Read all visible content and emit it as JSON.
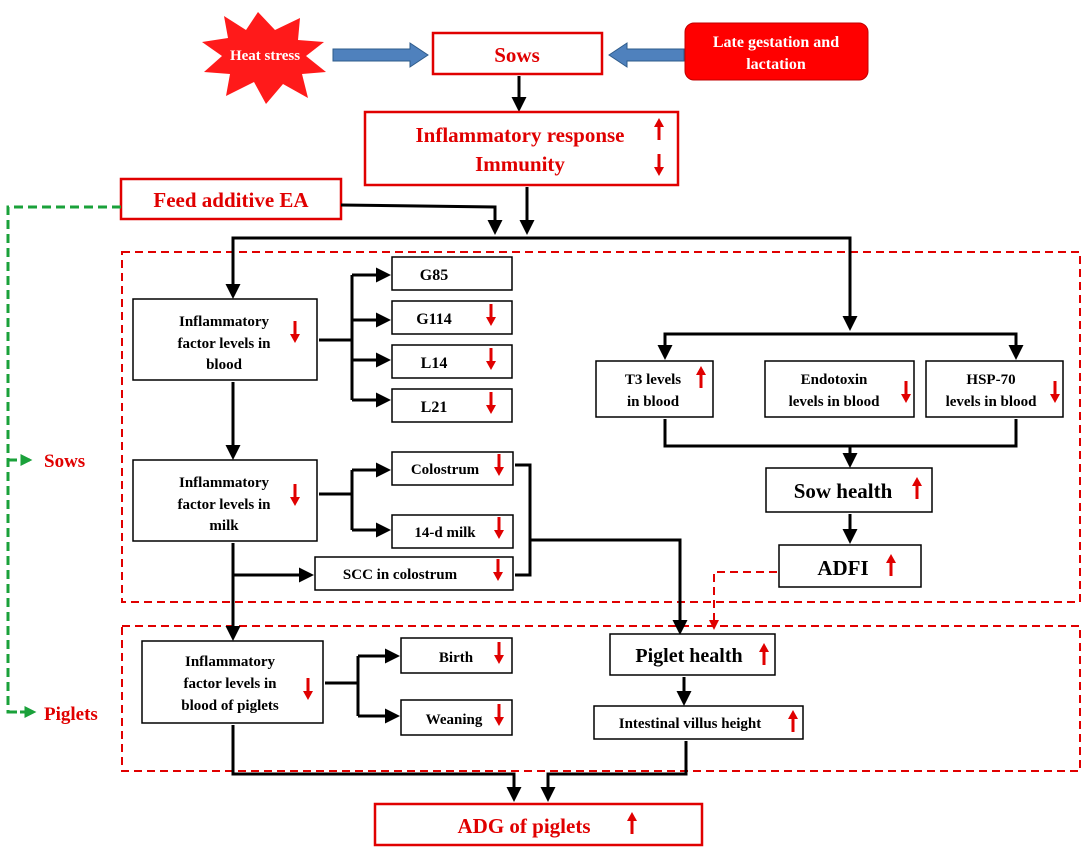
{
  "nodes": {
    "heat_stress": "Heat stress",
    "sows_top": "Sows",
    "late_gestation": [
      "Late gestation and",
      "lactation"
    ],
    "inflammatory_response": "Inflammatory  response",
    "immunity": "Immunity",
    "feed_additive": "Feed additive EA",
    "sows_side": "Sows",
    "piglets_side": "Piglets",
    "blood_factor": [
      "Inflammatory",
      "factor  levels  in",
      "blood"
    ],
    "g85": "G85",
    "g114": "G114",
    "l14": "L14",
    "l21": "L21",
    "milk_factor": [
      "Inflammatory",
      "factor levels in",
      "milk"
    ],
    "colostrum": "Colostrum",
    "milk_14d": "14-d milk",
    "scc": "SCC in colostrum",
    "t3": [
      "T3 levels",
      "in blood"
    ],
    "endotoxin": [
      "Endotoxin",
      "levels in blood"
    ],
    "hsp70": [
      "HSP-70",
      "levels in blood"
    ],
    "sow_health": "Sow health",
    "adfi": "ADFI",
    "piglet_factor": [
      "Inflammatory",
      "factor levels in",
      "blood of piglets"
    ],
    "birth": "Birth",
    "weaning": "Weaning",
    "piglet_health": "Piglet health",
    "villus": "Intestinal villus height",
    "adg": "ADG of piglets"
  },
  "colors": {
    "accent_red": "#e00000",
    "heat_star": "#ff1a1a",
    "gestation_fill": "#ff0000",
    "dash_green": "#1aa13a",
    "arrow_blue": "#4f81bd"
  }
}
